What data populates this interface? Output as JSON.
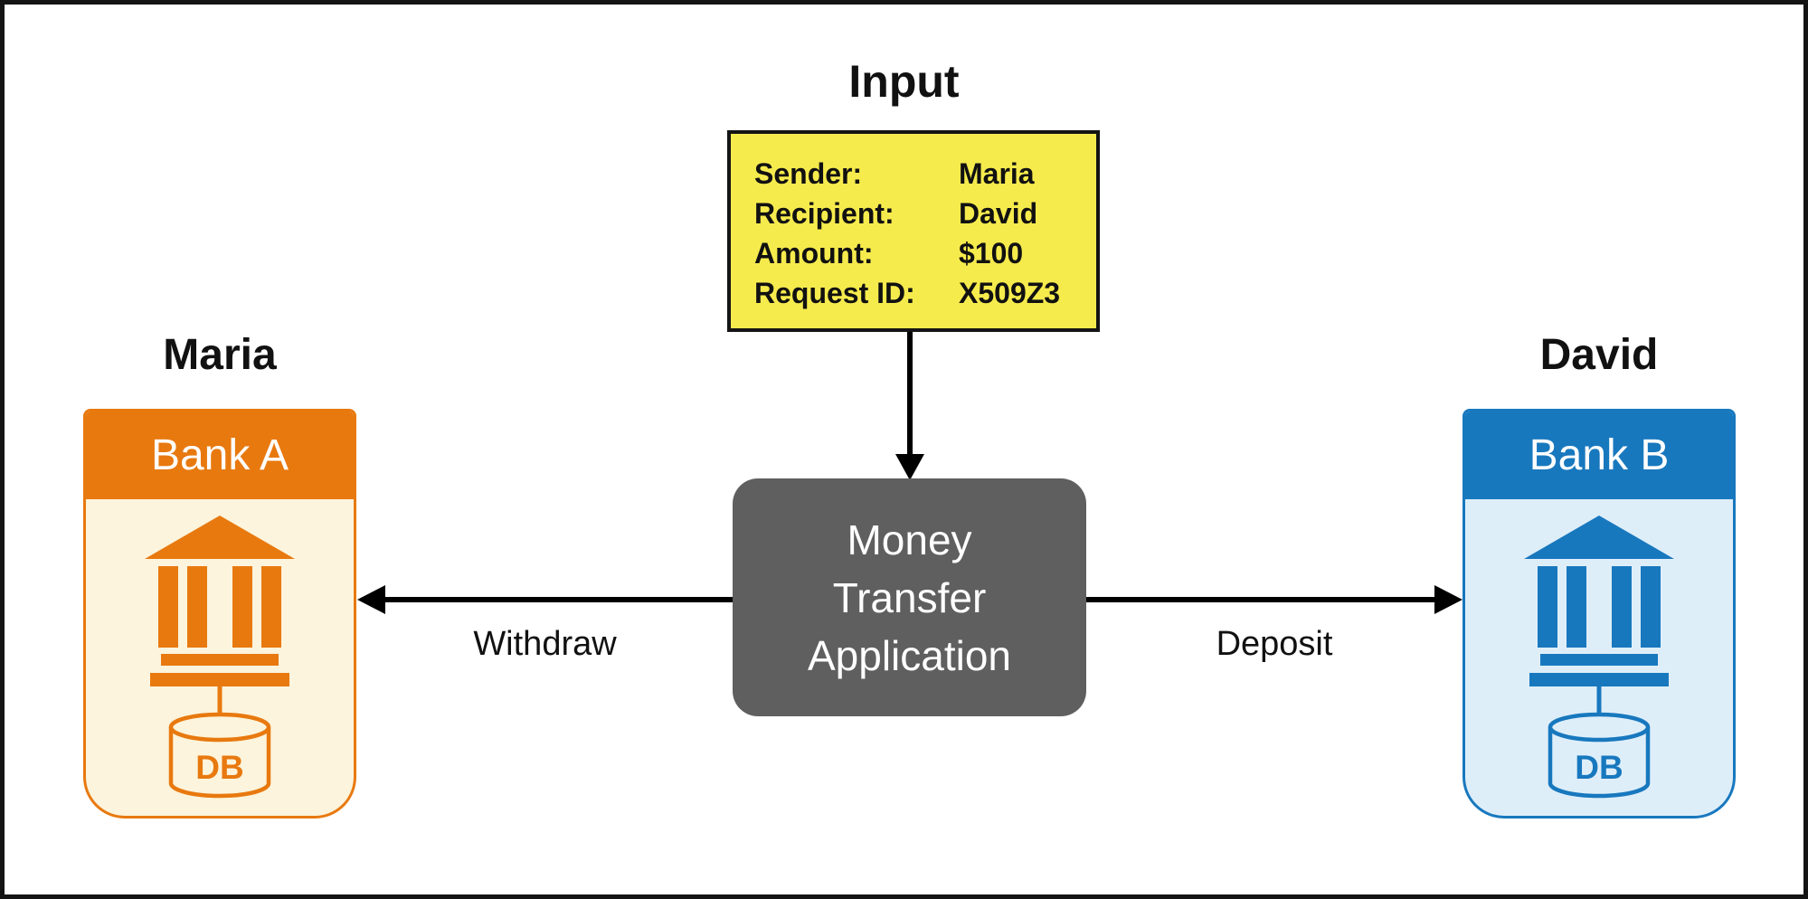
{
  "colors": {
    "bank_a_accent": "#E8790F",
    "bank_a_fill": "#FCF4DC",
    "bank_b_accent": "#1878BE",
    "bank_b_fill": "#DEEEF9",
    "input_box_fill": "#F6EB4D",
    "app_box_fill": "#5F5F5F",
    "arrow_color": "#000000",
    "text_color": "#111111"
  },
  "input_panel": {
    "title": "Input",
    "fields": [
      {
        "label": "Sender:",
        "value": "Maria"
      },
      {
        "label": "Recipient:",
        "value": "David"
      },
      {
        "label": "Amount:",
        "value": "$100"
      },
      {
        "label": "Request ID:",
        "value": "X509Z3"
      }
    ]
  },
  "app_box": {
    "line1": "Money",
    "line2": "Transfer",
    "line3": "Application"
  },
  "flows": {
    "withdraw_label": "Withdraw",
    "deposit_label": "Deposit"
  },
  "bank_a": {
    "account_holder": "Maria",
    "name": "Bank A",
    "db_label": "DB"
  },
  "bank_b": {
    "account_holder": "David",
    "name": "Bank B",
    "db_label": "DB"
  }
}
